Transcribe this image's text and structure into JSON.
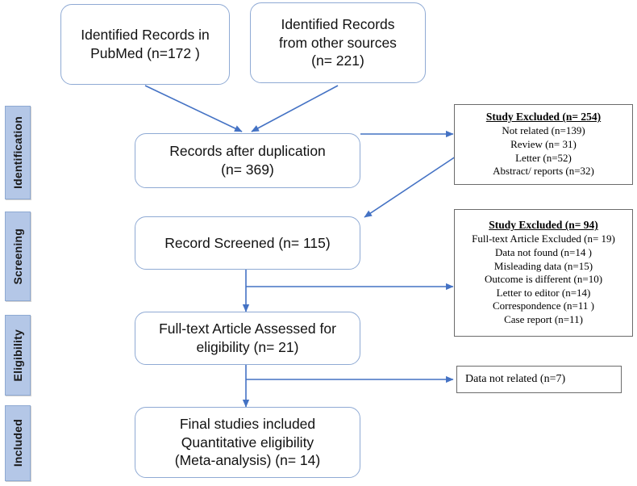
{
  "diagram": {
    "type": "prisma-flow-diagram",
    "accent_color": "#4472c4",
    "stage_fill": "#b4c7e7",
    "node_border": "#8faad4",
    "excluded_border": "#6b6b6b"
  },
  "stages": [
    {
      "label": "Identification"
    },
    {
      "label": "Screening"
    },
    {
      "label": "Eligibility"
    },
    {
      "label": "Included"
    }
  ],
  "nodes": {
    "pubmed": {
      "line1": "Identified Records in",
      "line2": "PubMed (n=172 )"
    },
    "other_sources": {
      "line1": "Identified Records",
      "line2": "from other sources",
      "line3": "(n= 221)"
    },
    "after_duplication": {
      "line1": "Records after duplication",
      "line2": "(n= 369)"
    },
    "screened": {
      "line1": "Record Screened (n= 115)"
    },
    "fulltext": {
      "line1": "Full-text Article Assessed for",
      "line2": "eligibility (n= 21)"
    },
    "final": {
      "line1": "Final studies included",
      "line2": "Quantitative eligibility",
      "line3": "(Meta-analysis) (n= 14)"
    }
  },
  "excluded": {
    "first": {
      "heading": "Study Excluded  (n= 254)",
      "reasons": [
        "Not related (n=139)",
        "Review  (n= 31)",
        "Letter (n=52)",
        "Abstract/ reports (n=32)"
      ]
    },
    "second": {
      "heading": "Study Excluded  (n= 94)",
      "reasons": [
        "Full-text  Article  Excluded  (n= 19)",
        "Data not found (n=14 )",
        "Misleading  data (n=15)",
        "Outcome  is different  (n=10)",
        "Letter to editor (n=14)",
        "Correspondence (n=11 )",
        "Case report (n=11)"
      ]
    },
    "third": {
      "reasons": [
        "Data not related  (n=7)"
      ]
    }
  }
}
